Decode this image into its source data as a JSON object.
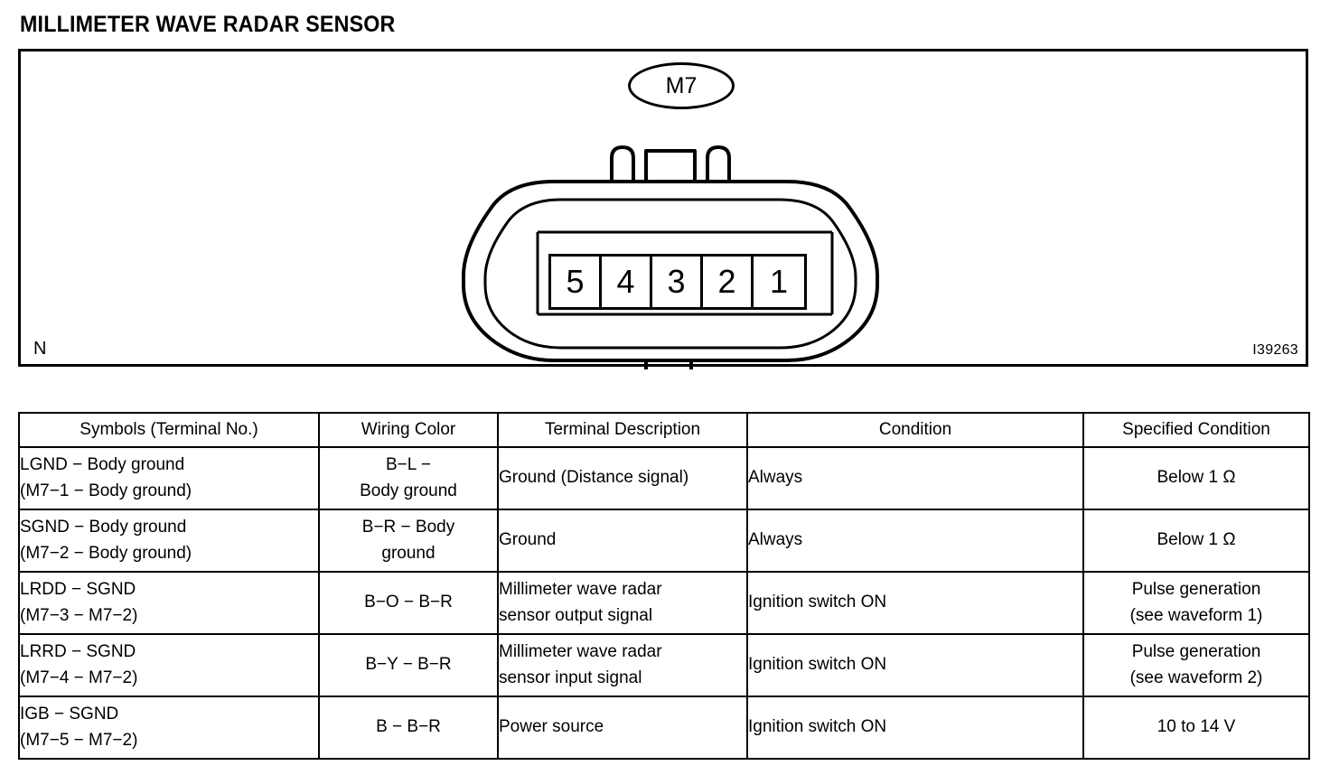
{
  "page": {
    "title": "MILLIMETER WAVE RADAR SENSOR"
  },
  "diagram": {
    "connector_label": "M7",
    "view_marker": "N",
    "figure_code": "I39263",
    "terminal_pins": [
      "5",
      "4",
      "3",
      "2",
      "1"
    ]
  },
  "table": {
    "headers": [
      "Symbols (Terminal No.)",
      "Wiring Color",
      "Terminal Description",
      "Condition",
      "Specified Condition"
    ],
    "rows": [
      {
        "symbols_line1": "LGND − Body ground",
        "symbols_line2": "(M7−1 − Body ground)",
        "wiring_line1": "B−L −",
        "wiring_line2": "Body ground",
        "description_line1": "Ground (Distance signal)",
        "description_line2": "",
        "condition": "Always",
        "specified_line1": "Below 1 Ω",
        "specified_line2": ""
      },
      {
        "symbols_line1": "SGND − Body ground",
        "symbols_line2": "(M7−2 − Body ground)",
        "wiring_line1": "B−R − Body",
        "wiring_line2": "ground",
        "description_line1": "Ground",
        "description_line2": "",
        "condition": "Always",
        "specified_line1": "Below 1 Ω",
        "specified_line2": ""
      },
      {
        "symbols_line1": "LRDD − SGND",
        "symbols_line2": "(M7−3 − M7−2)",
        "wiring_line1": "B−O − B−R",
        "wiring_line2": "",
        "description_line1": "Millimeter wave radar",
        "description_line2": "sensor output signal",
        "condition": "Ignition switch ON",
        "specified_line1": "Pulse generation",
        "specified_line2": "(see waveform 1)"
      },
      {
        "symbols_line1": "LRRD − SGND",
        "symbols_line2": "(M7−4 − M7−2)",
        "wiring_line1": "B−Y − B−R",
        "wiring_line2": "",
        "description_line1": "Millimeter wave radar",
        "description_line2": "sensor input signal",
        "condition": "Ignition switch ON",
        "specified_line1": "Pulse generation",
        "specified_line2": "(see waveform 2)"
      },
      {
        "symbols_line1": "IGB − SGND",
        "symbols_line2": "(M7−5 − M7−2)",
        "wiring_line1": "B − B−R",
        "wiring_line2": "",
        "description_line1": "Power source",
        "description_line2": "",
        "condition": "Ignition switch ON",
        "specified_line1": "10 to 14 V",
        "specified_line2": ""
      }
    ]
  },
  "colors": {
    "ink": "#000000",
    "paper": "#ffffff"
  }
}
